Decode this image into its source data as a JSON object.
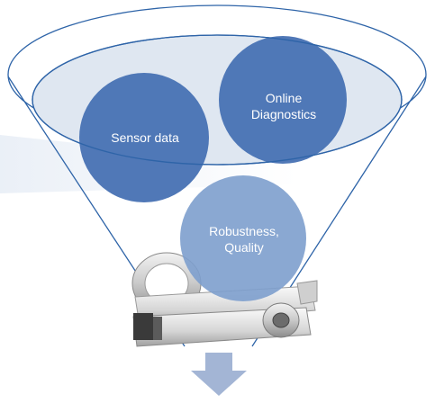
{
  "diagram": {
    "circles": [
      {
        "label": "Sensor data",
        "color": "#4a74b5"
      },
      {
        "label": "Online\nDiagnostics",
        "color": "#4a74b5"
      },
      {
        "label": "Robustness,\nQuality",
        "color": "#7d9fcd"
      }
    ],
    "arrow_color": "#a3b5d5",
    "funnel_stroke": "#2e64a8",
    "funnel_fill": "#dfe7f1"
  }
}
